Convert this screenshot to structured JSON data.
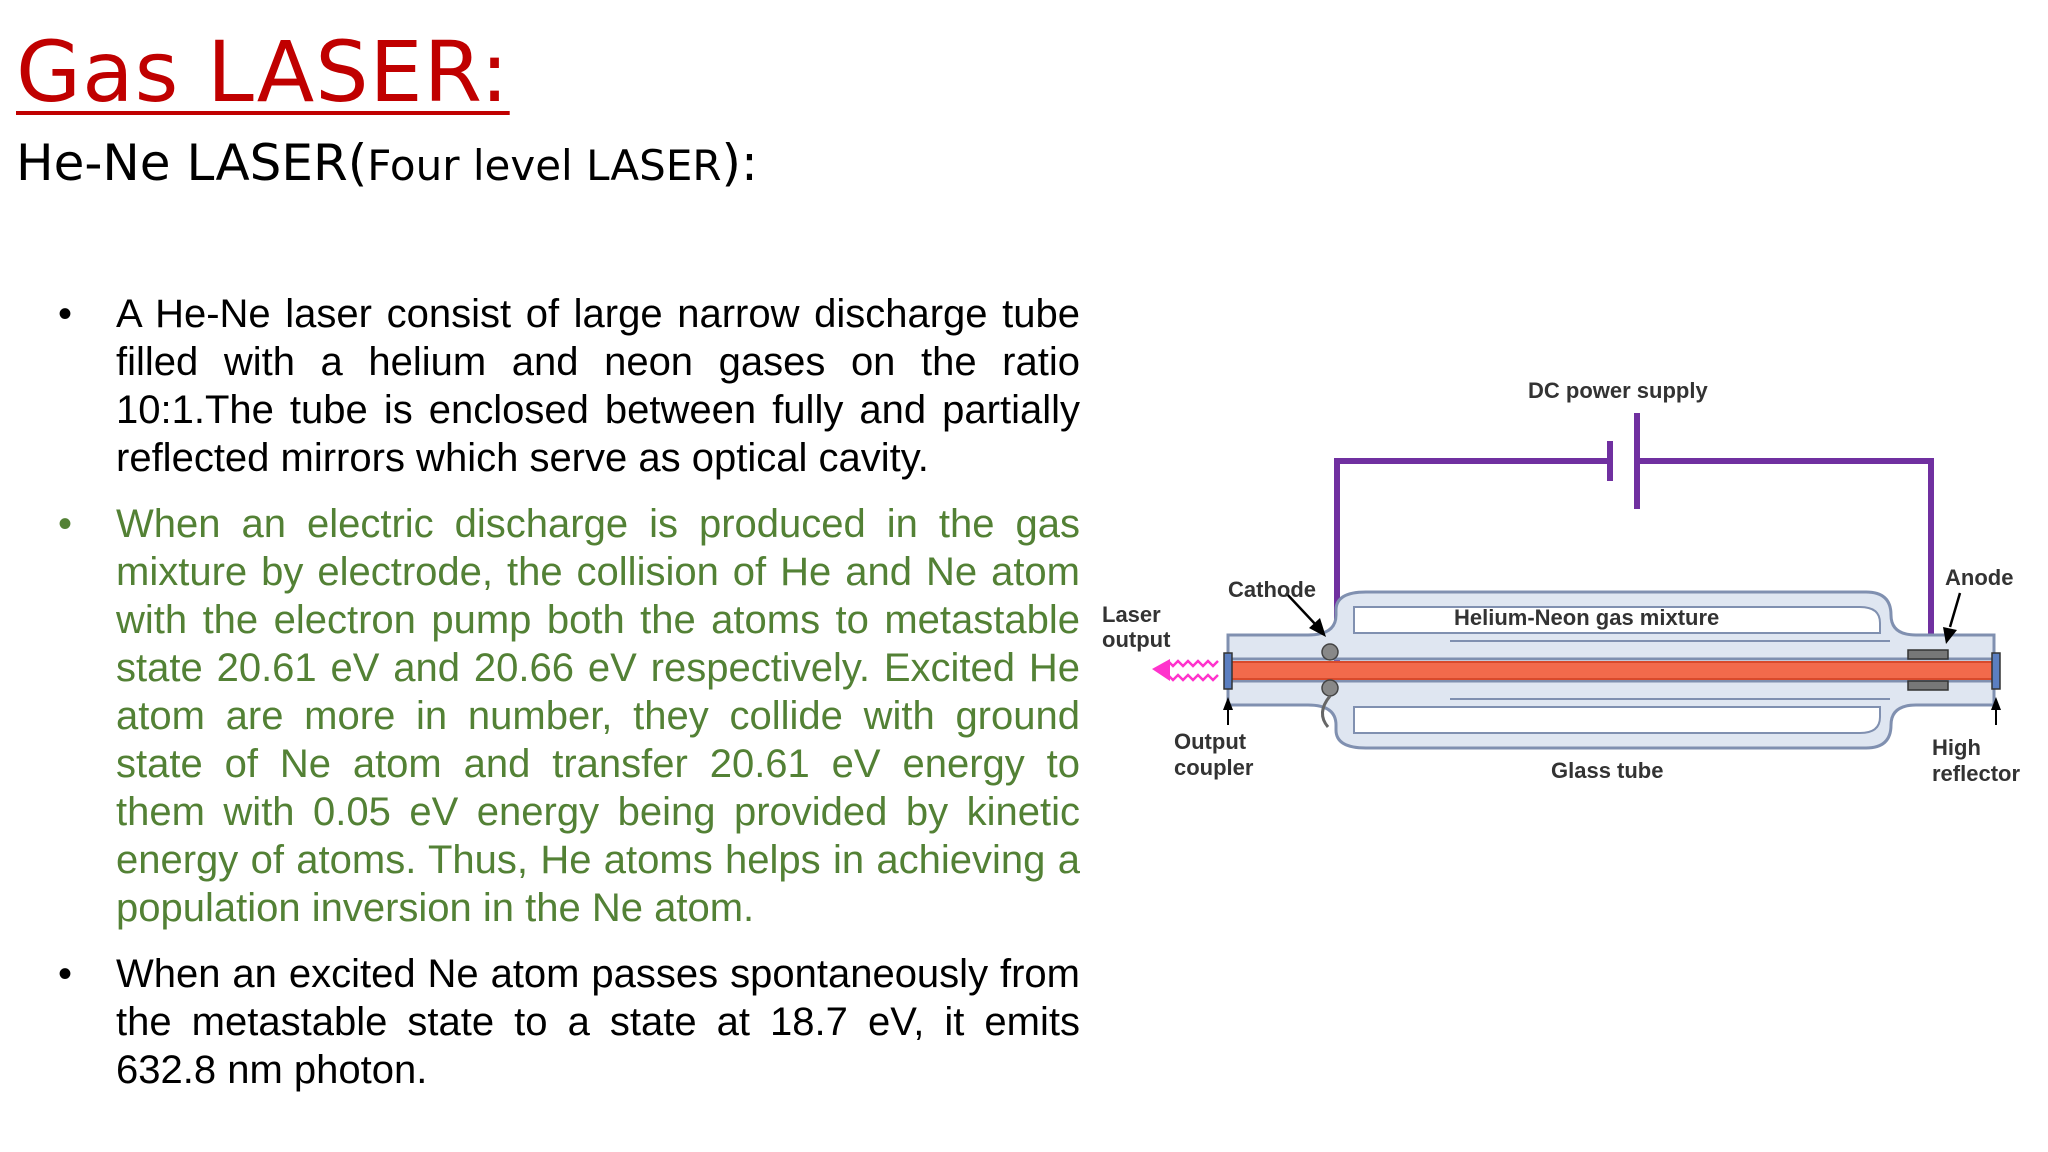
{
  "title": "Gas LASER:",
  "subtitle": {
    "main": "He-Ne LASER(",
    "paren": "Four level LASER",
    "end": "):"
  },
  "bullets": [
    {
      "marker": "•",
      "color": "#000000",
      "text": "A He-Ne laser consist of large narrow discharge tube filled with a helium and neon gases on the ratio 10:1.The tube is enclosed between fully and partially reflected mirrors which serve as optical cavity."
    },
    {
      "marker": "•",
      "color": "#538135",
      "text": "When an electric discharge is produced in the gas mixture by electrode, the collision of He and Ne atom with the electron pump both the atoms to metastable state 20.61 eV and 20.66 eV respectively. Excited  He atom are more in number, they collide with ground state of Ne atom and transfer 20.61 eV energy to them with 0.05 eV energy being provided by kinetic energy of atoms. Thus, He atoms helps in achieving a population inversion in the Ne atom."
    },
    {
      "marker": "•",
      "color": "#000000",
      "text": "When an excited Ne atom passes spontaneously from the metastable state to a state at 18.7 eV, it emits 632.8 nm photon."
    }
  ],
  "diagram": {
    "labels": {
      "dc_power": "DC power supply",
      "cathode": "Cathode",
      "anode": "Anode",
      "laser_output_1": "Laser",
      "laser_output_2": "output",
      "gas_mixture": "Helium-Neon gas mixture",
      "output_coupler_1": "Output",
      "output_coupler_2": "coupler",
      "glass_tube": "Glass tube",
      "high_reflector_1": "High",
      "high_reflector_2": "reflector"
    },
    "colors": {
      "wire": "#7030a0",
      "beam": "#f26a4b",
      "glass": "#8090b0",
      "laser_output": "#ff33cc"
    }
  }
}
